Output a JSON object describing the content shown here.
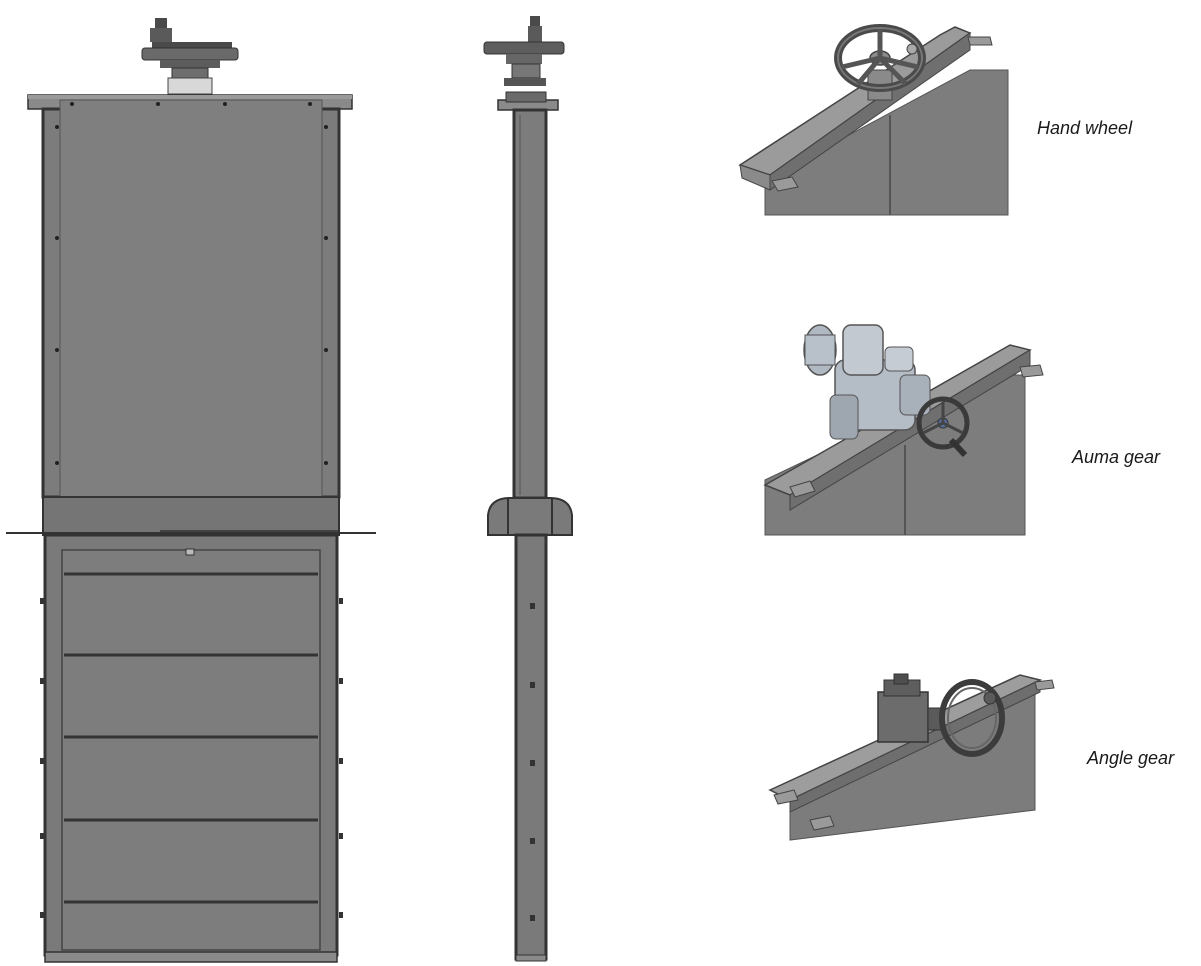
{
  "captions": {
    "hand_wheel": "Hand wheel",
    "auma_gear": "Auma gear",
    "angle_gear": "Angle gear"
  },
  "colors": {
    "metal_face": "#7a7a7a",
    "metal_light": "#8e8e8e",
    "metal_dark": "#3d3d3d",
    "outline": "#333333",
    "actuator_blue": "#aab4c0"
  }
}
